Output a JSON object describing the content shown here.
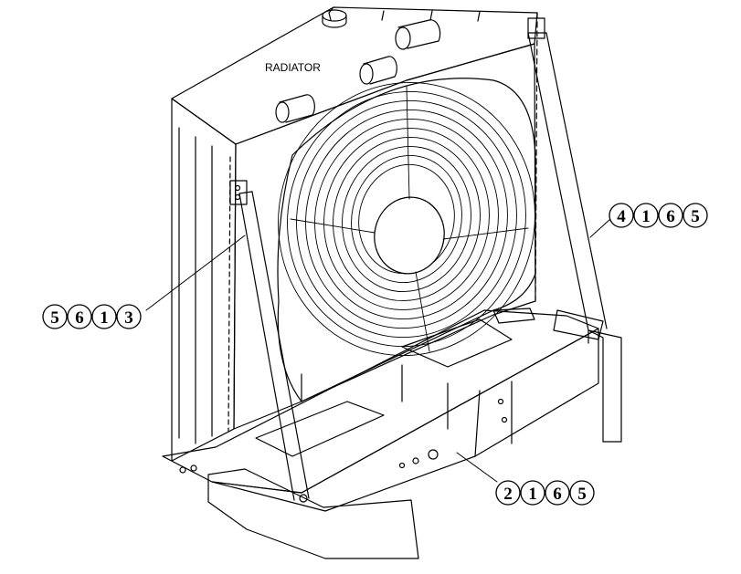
{
  "diagram": {
    "component_label": "RADIATOR",
    "callouts": [
      {
        "id": "callout-5613",
        "digits": [
          "5",
          "6",
          "1",
          "3"
        ]
      },
      {
        "id": "callout-4165",
        "digits": [
          "4",
          "1",
          "6",
          "5"
        ]
      },
      {
        "id": "callout-2165",
        "digits": [
          "2",
          "1",
          "6",
          "5"
        ]
      }
    ]
  },
  "colors": {
    "line": "#000000",
    "background": "#ffffff"
  }
}
